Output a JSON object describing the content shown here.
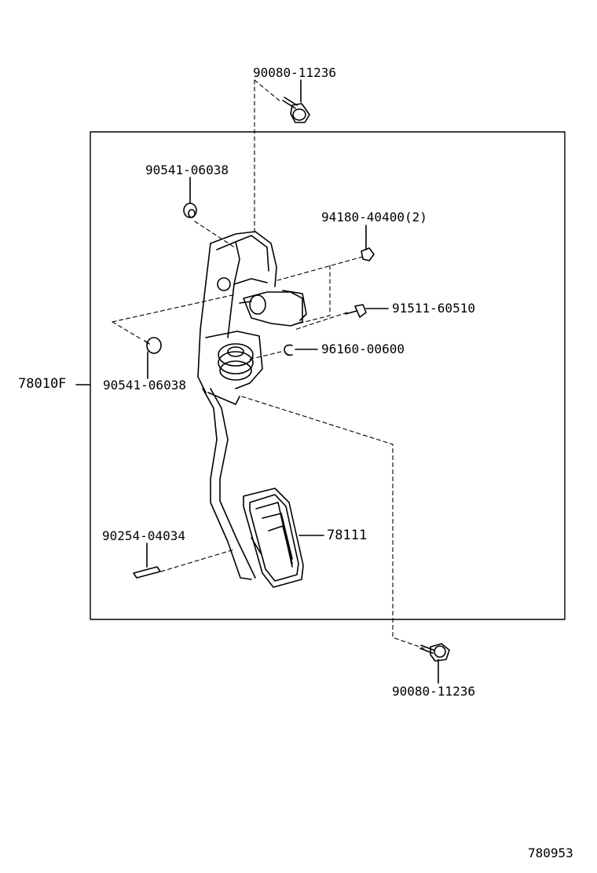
{
  "diagram": {
    "labels": {
      "bolt_top": "90080-11236",
      "cap_upper": "90541-06038",
      "nut": "94180-40400(2)",
      "screw": "91511-60510",
      "clip": "96160-00600",
      "assembly": "78010F",
      "cap_lower": "90541-06038",
      "pin": "90254-04034",
      "pad": "78111",
      "bolt_bottom": "90080-11236",
      "figure_number": "780953"
    }
  }
}
